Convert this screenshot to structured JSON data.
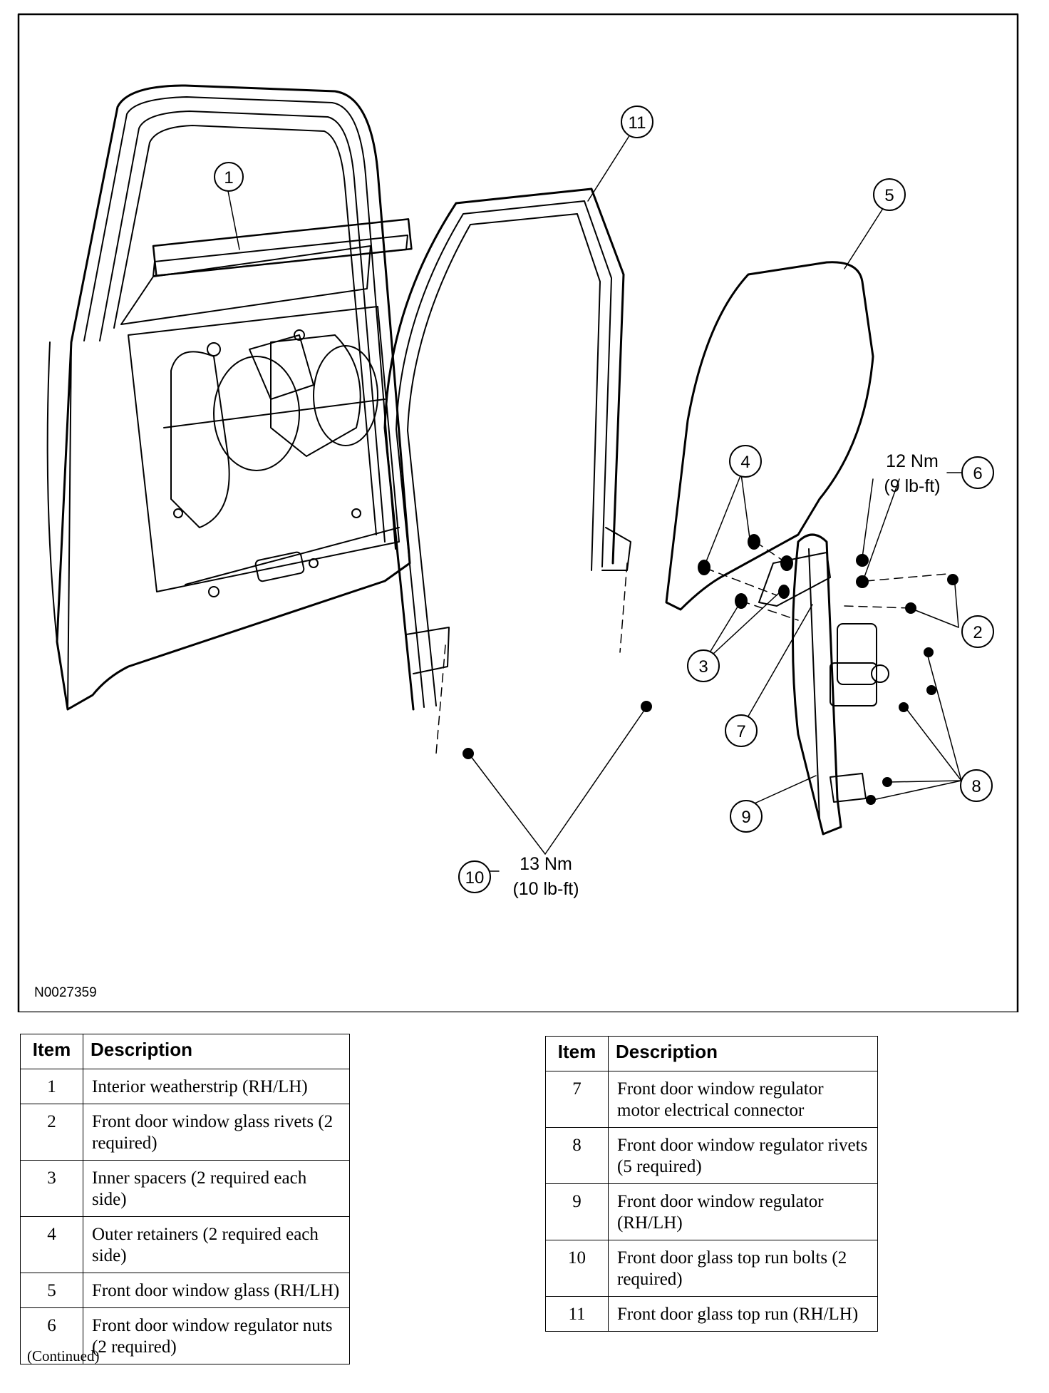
{
  "figure": {
    "figure_id": "N0027359",
    "torque_6": {
      "nm": "12 Nm",
      "lbft": "(9 lb-ft)"
    },
    "torque_10": {
      "nm": "13 Nm",
      "lbft": "(10 lb-ft)"
    },
    "callouts": [
      "1",
      "2",
      "3",
      "4",
      "5",
      "6",
      "7",
      "8",
      "9",
      "10",
      "11"
    ]
  },
  "tables": {
    "header_item": "Item",
    "header_description": "Description",
    "left": [
      {
        "item": "1",
        "description": "Interior weatherstrip (RH/LH)"
      },
      {
        "item": "2",
        "description": "Front door window glass rivets (2 required)"
      },
      {
        "item": "3",
        "description": "Inner spacers (2 required each side)"
      },
      {
        "item": "4",
        "description": "Outer retainers (2 required each side)"
      },
      {
        "item": "5",
        "description": "Front door window glass (RH/LH)"
      },
      {
        "item": "6",
        "description": "Front door window regulator nuts (2 required)"
      }
    ],
    "right": [
      {
        "item": "7",
        "description": "Front door window regulator motor electrical connector"
      },
      {
        "item": "8",
        "description": "Front door window regulator rivets (5 required)"
      },
      {
        "item": "9",
        "description": "Front door window regulator (RH/LH)"
      },
      {
        "item": "10",
        "description": "Front door glass top run bolts (2 required)"
      },
      {
        "item": "11",
        "description": "Front door glass top run (RH/LH)"
      }
    ]
  },
  "footer": {
    "continued": "(Continued)"
  }
}
